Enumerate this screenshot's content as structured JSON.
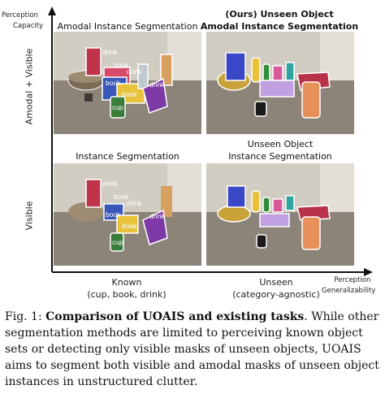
{
  "axes": {
    "y_top": [
      "Perception",
      "Capacity"
    ],
    "x_end": [
      "Perception",
      "Generalizability"
    ],
    "y_row_top": "Amodal + Visible",
    "y_row_bottom": "Visible",
    "x_col_left": [
      "Known",
      "(cup, book, drink)"
    ],
    "x_col_right": [
      "Unseen",
      "(category-agnostic)"
    ]
  },
  "panels": {
    "top_left_title": "Amodal Instance Segmentation",
    "top_right_title": [
      "(Ours) Unseen Object",
      "Amodal Instance Segmentation"
    ],
    "bottom_left_title": "Instance Segmentation",
    "bottom_right_title": [
      "Unseen Object",
      "Instance Segmentation"
    ]
  },
  "mask_labels": {
    "drink": "drink",
    "book": "book",
    "cup": "cup"
  },
  "caption": {
    "fig": "Fig. 1: ",
    "bold": "Comparison of UOAIS and existing tasks",
    "rest": ". While other segmentation methods are limited to perceiving known object sets or detecting only visible masks of unseen objects, UOAIS aims to segment both visible and amodal masks of unseen object instances in unstructured clutter."
  },
  "colors": {
    "table": "#8f877b",
    "wall": "#cfc9bf",
    "axis": "#111111"
  }
}
